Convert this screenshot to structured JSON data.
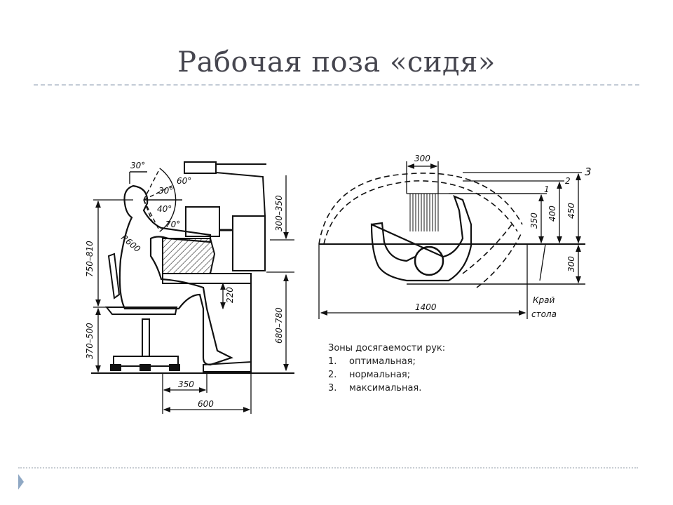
{
  "slide": {
    "title": "Рабочая поза «сидя»",
    "nav_icon": "triangle-right-icon",
    "accent_color": "#8fa8c4"
  },
  "side_view": {
    "angles": [
      "30°",
      "60°",
      "30°",
      "40°",
      "70°"
    ],
    "radius_label": "R600",
    "dimensions": {
      "seat_to_eye": "750–810",
      "seat_height": "370–500",
      "monitor_height": "300–350",
      "desk_height": "680–780",
      "knee_clearance": "220",
      "foot_depth": "350",
      "leg_depth": "600"
    }
  },
  "top_view": {
    "width_label": "300",
    "zone_numbers": [
      "1",
      "2",
      "3"
    ],
    "zone_depths": [
      "350",
      "400",
      "450"
    ],
    "body_depth": "300",
    "reach_width": "1400",
    "table_edge_label": [
      "Край",
      "стола"
    ]
  },
  "legend": {
    "heading": "Зоны досягаемости рук:",
    "items": [
      {
        "num": "1.",
        "label": "оптимальная;"
      },
      {
        "num": "2.",
        "label": "нормальная;"
      },
      {
        "num": "3.",
        "label": "максимальная."
      }
    ]
  }
}
